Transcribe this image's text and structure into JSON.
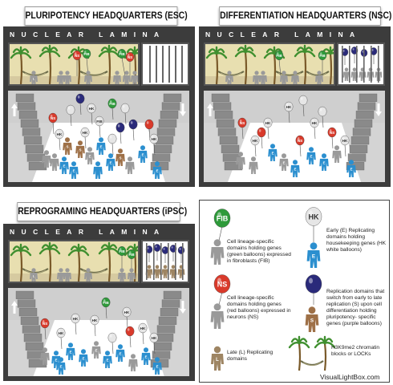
{
  "panels": {
    "esc": {
      "title": "PLURIPOTENCY HEADQUARTERS (ESC)",
      "lamina": "NUCLEAR LAMINA"
    },
    "nsc": {
      "title": "DIFFERENTIATION HEADQUARTERS (NSC)",
      "lamina": "NUCLEAR LAMINA"
    },
    "ipsc": {
      "title": "REPROGRAMING HEADQUARTERS (iPSC)",
      "lamina": "NUCLEAR LAMINA"
    }
  },
  "figure_labels": {
    "hk": "HK",
    "fib": "FIB",
    "ns": "NS",
    "early": "E",
    "late": "L",
    "switch": "S"
  },
  "legend": {
    "fib_text": "Cell lineage-specific domains holding genes (green balloons) expressed in fibroblasts (FIB)",
    "hk_text": "Early (E) Replicating domains holding housekeeping genes (HK white balloons)",
    "ns_text": "Cell lineage-specific domains holding genes (red balloons) expressed in neurons (NS)",
    "switch_text": "Replication domains that switch from early to late replication (S) upon cell differentiation holding pluripotency- specific genes (purple balloons)",
    "late_text": "Late (L) Replicating domains",
    "lock_text": "H3K9me2 chromatin blocks or LOCKs"
  },
  "credit": "VisualLightBox.com",
  "colors": {
    "early": "#2b8fcf",
    "late": "#9e8563",
    "switch": "#9e7047",
    "gray_person": "#9a9a9a",
    "green_balloon": "#2e9a3a",
    "red_balloon": "#d93a2b",
    "white_balloon": "#e6e6e6",
    "purple_balloon": "#2a2a7a",
    "palm": "#3f8f2f",
    "building": "#3c3c3c"
  }
}
